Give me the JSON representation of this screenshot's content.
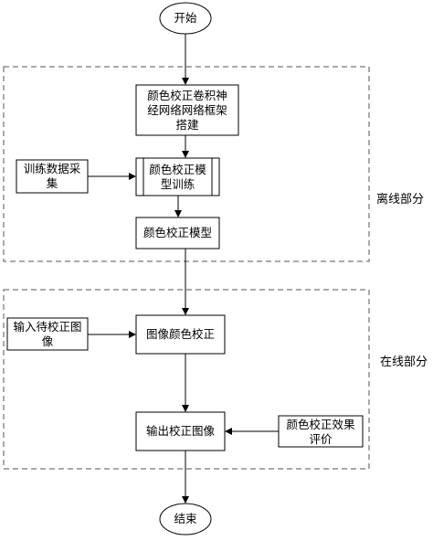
{
  "flowchart": {
    "start": "开始",
    "end": "结束",
    "offline_section": {
      "label": "离线部分",
      "build_network": "颜色校正卷积神\n经网络网络框架\n搭建",
      "data_collection": "训练数据采\n集",
      "train_model": "颜色校正模\n型训练",
      "model": "颜色校正模型"
    },
    "online_section": {
      "label": "在线部分",
      "input_image": "输入待校正图\n像",
      "correct_image": "图像颜色校正",
      "output_image": "输出校正图像",
      "evaluation": "颜色校正效果\n评价"
    }
  }
}
